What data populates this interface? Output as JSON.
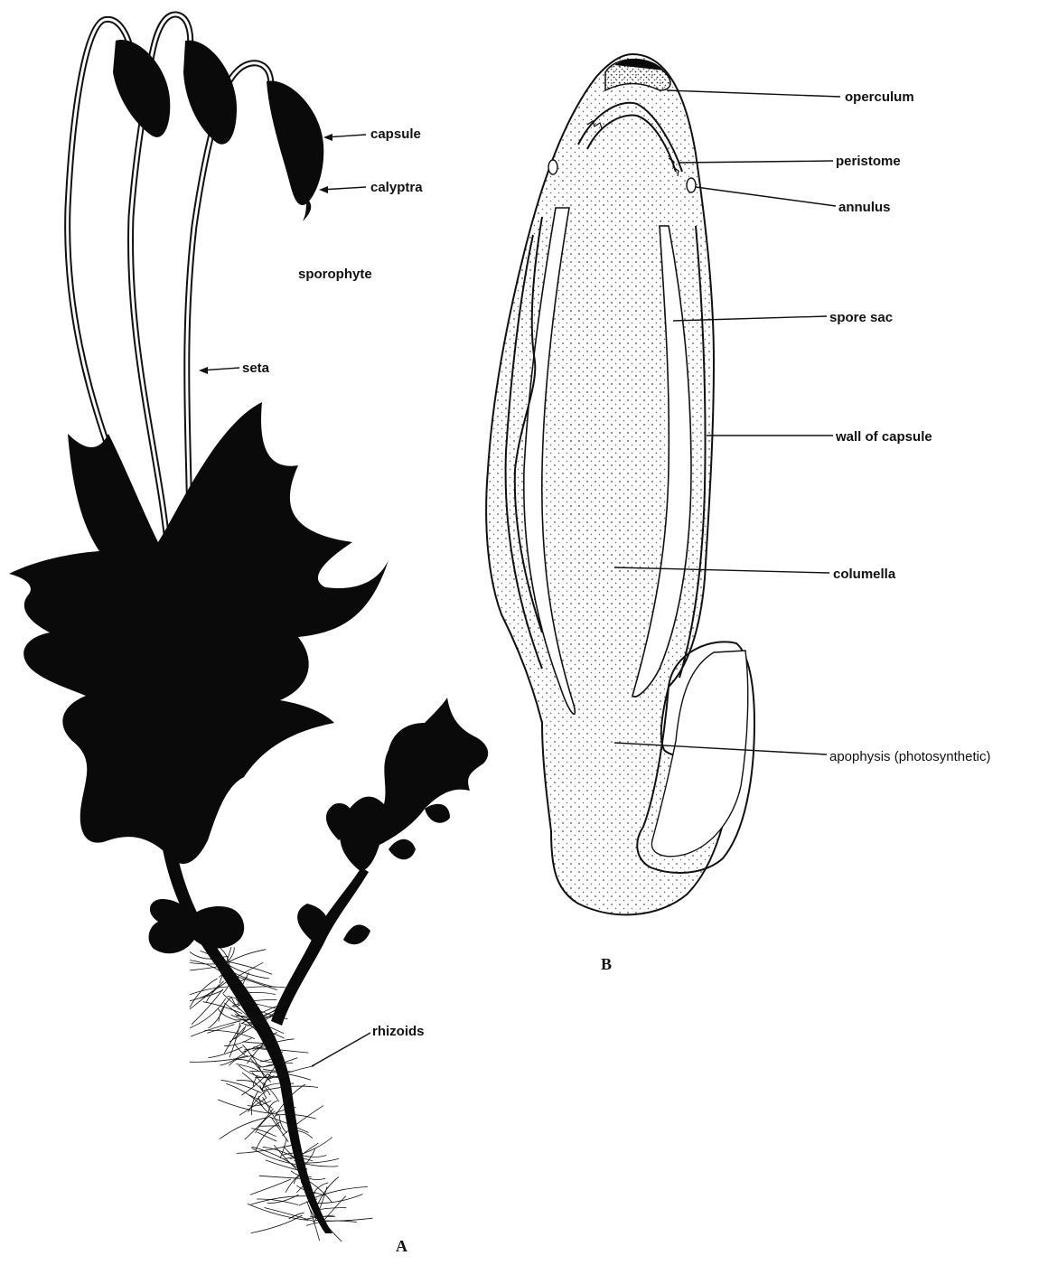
{
  "figure_a": {
    "panel_label": "A",
    "labels": {
      "capsule": "capsule",
      "calyptra": "calyptra",
      "sporophyte": "sporophyte",
      "seta": "seta",
      "rhizoids": "rhizoids"
    }
  },
  "figure_b": {
    "panel_label": "B",
    "labels": {
      "operculum": "operculum",
      "peristome": "peristome",
      "annulus": "annulus",
      "spore_sac": "spore sac",
      "wall_of_capsule": "wall of capsule",
      "columella": "columella",
      "apophysis": "apophysis (photosynthetic)"
    }
  },
  "colors": {
    "ink": "#0a0a0a",
    "stipple": "#555555",
    "background": "#ffffff"
  }
}
